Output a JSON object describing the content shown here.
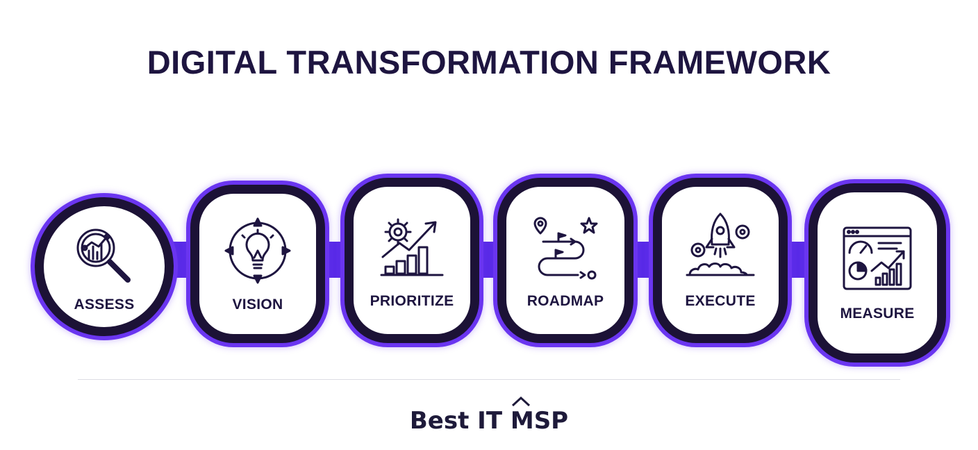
{
  "title": "DIGITAL TRANSFORMATION FRAMEWORK",
  "steps": [
    {
      "label": "ASSESS",
      "icon": "magnifier-chart-icon"
    },
    {
      "label": "VISION",
      "icon": "lightbulb-compass-icon"
    },
    {
      "label": "PRIORITIZE",
      "icon": "gear-growth-chart-icon"
    },
    {
      "label": "ROADMAP",
      "icon": "route-flags-icon"
    },
    {
      "label": "EXECUTE",
      "icon": "rocket-gears-icon"
    },
    {
      "label": "MEASURE",
      "icon": "dashboard-analytics-icon"
    }
  ],
  "brand": "Best IT MSP",
  "colors": {
    "accent": "#6a35f0",
    "dark": "#1c1236",
    "text": "#1e1540"
  }
}
